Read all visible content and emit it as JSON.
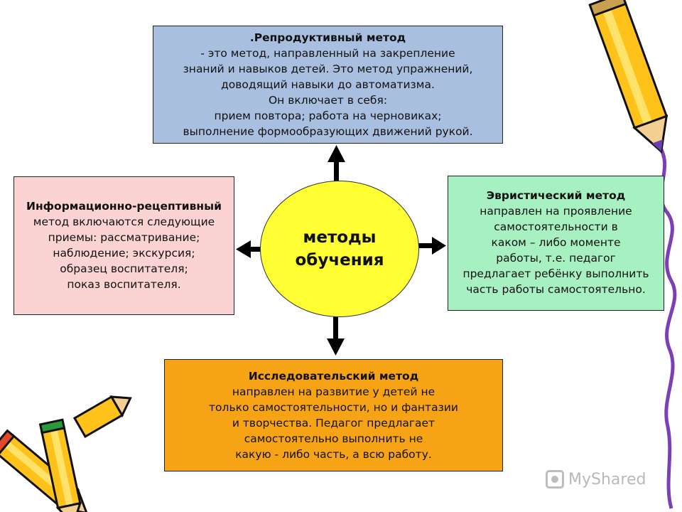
{
  "center": {
    "line1": "методы",
    "line2": "обучения"
  },
  "boxes": {
    "top": {
      "title": ".Репродуктивный метод",
      "lines": [
        "- это метод, направленный на закрепление",
        "знаний и навыков детей. Это метод упражнений,",
        "доводящий навыки до автоматизма.",
        "Он включает в себя:",
        "прием повтора; работа на черновиках;",
        "выполнение формообразующих движений рукой."
      ]
    },
    "left": {
      "title": "Информационно-рецептивный",
      "lines": [
        "метод включаются следующие",
        "приемы: рассматривание;",
        "наблюдение; экскурсия;",
        "образец воспитателя;",
        "показ воспитателя."
      ]
    },
    "right": {
      "title": "Эвристический метод",
      "lines": [
        "направлен на проявление",
        "самостоятельности в",
        "каком – либо моменте",
        "работы, т.е. педагог",
        "предлагает ребёнку выполнить",
        "часть работы самостоятельно."
      ]
    },
    "bottom": {
      "title": "Исследовательский метод",
      "lines": [
        "направлен на развитие у детей не",
        "только самостоятельности, но и фантазии",
        "и творчества. Педагог предлагает",
        "самостоятельно выполнить не",
        "какую - либо часть, а всю работу."
      ]
    }
  },
  "colors": {
    "top": "#a9bfe0",
    "left": "#fbd3d3",
    "right": "#a6f0c1",
    "bottom": "#f7a316",
    "center": "#ffff33"
  },
  "decorations": {
    "pencil_top_right": "pencil-icon",
    "pencils_bottom_left": "pencil-icon",
    "squiggle_right": "squiggle-line"
  },
  "watermark": {
    "text": "MyShared"
  }
}
